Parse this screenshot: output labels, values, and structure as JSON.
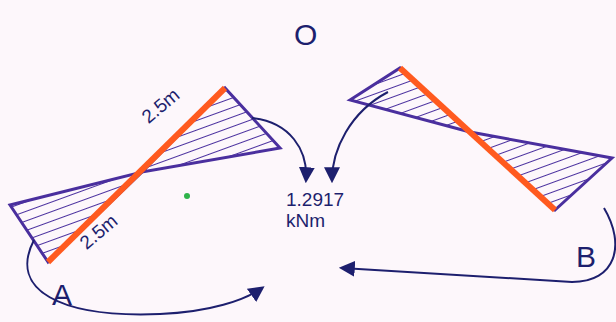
{
  "diagram": {
    "labels": [
      "O",
      "2.5m",
      "2.5m",
      "1.2917 kNm",
      "A",
      "B"
    ]
  }
}
